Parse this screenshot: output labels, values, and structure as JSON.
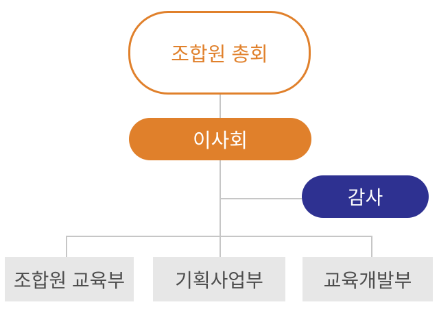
{
  "colors": {
    "orange": "#e0802b",
    "navy": "#2e3191",
    "dept_bg": "#e7e7e7",
    "dept_text": "#4d4d4d",
    "connector": "#c6c6c6",
    "background": "#ffffff"
  },
  "org_chart": {
    "type": "org-chart",
    "nodes": {
      "assembly": {
        "label": "조합원 총회",
        "shape": "outlined-rounded-rect",
        "fill": "#ffffff",
        "border": "#e0802b",
        "text_color": "#e0802b"
      },
      "board": {
        "label": "이사회",
        "shape": "filled-pill",
        "fill": "#e0802b",
        "text_color": "#ffffff"
      },
      "auditor": {
        "label": "감사",
        "shape": "filled-pill",
        "fill": "#2e3191",
        "text_color": "#ffffff"
      },
      "dept_member_education": {
        "label": "조합원 교육부",
        "shape": "filled-rect",
        "fill": "#e7e7e7",
        "text_color": "#4d4d4d"
      },
      "dept_planning_business": {
        "label": "기획사업부",
        "shape": "filled-rect",
        "fill": "#e7e7e7",
        "text_color": "#4d4d4d"
      },
      "dept_education_development": {
        "label": "교육개발부",
        "shape": "filled-rect",
        "fill": "#e7e7e7",
        "text_color": "#4d4d4d"
      }
    },
    "edges": [
      {
        "from": "assembly",
        "to": "board"
      },
      {
        "from": "board",
        "to": "auditor"
      },
      {
        "from": "board",
        "to": "dept_member_education"
      },
      {
        "from": "board",
        "to": "dept_planning_business"
      },
      {
        "from": "board",
        "to": "dept_education_development"
      }
    ]
  }
}
